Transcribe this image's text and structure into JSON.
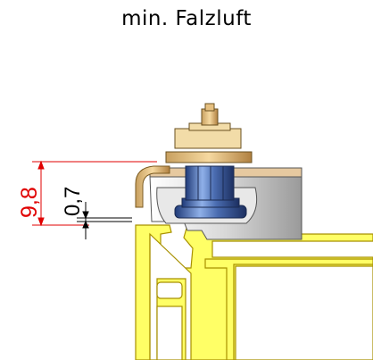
{
  "title": "min. Falzluft",
  "dimensions": {
    "overall": "9,8",
    "gap": "0,7"
  },
  "colors": {
    "profile_fill": "#ffff66",
    "profile_stroke": "#b8a000",
    "washer_fill": "#f2dca8",
    "dimension_red": "#e00000",
    "bolt_blue": "#3f5f9e",
    "metal_gray": "#c8c8c8"
  }
}
